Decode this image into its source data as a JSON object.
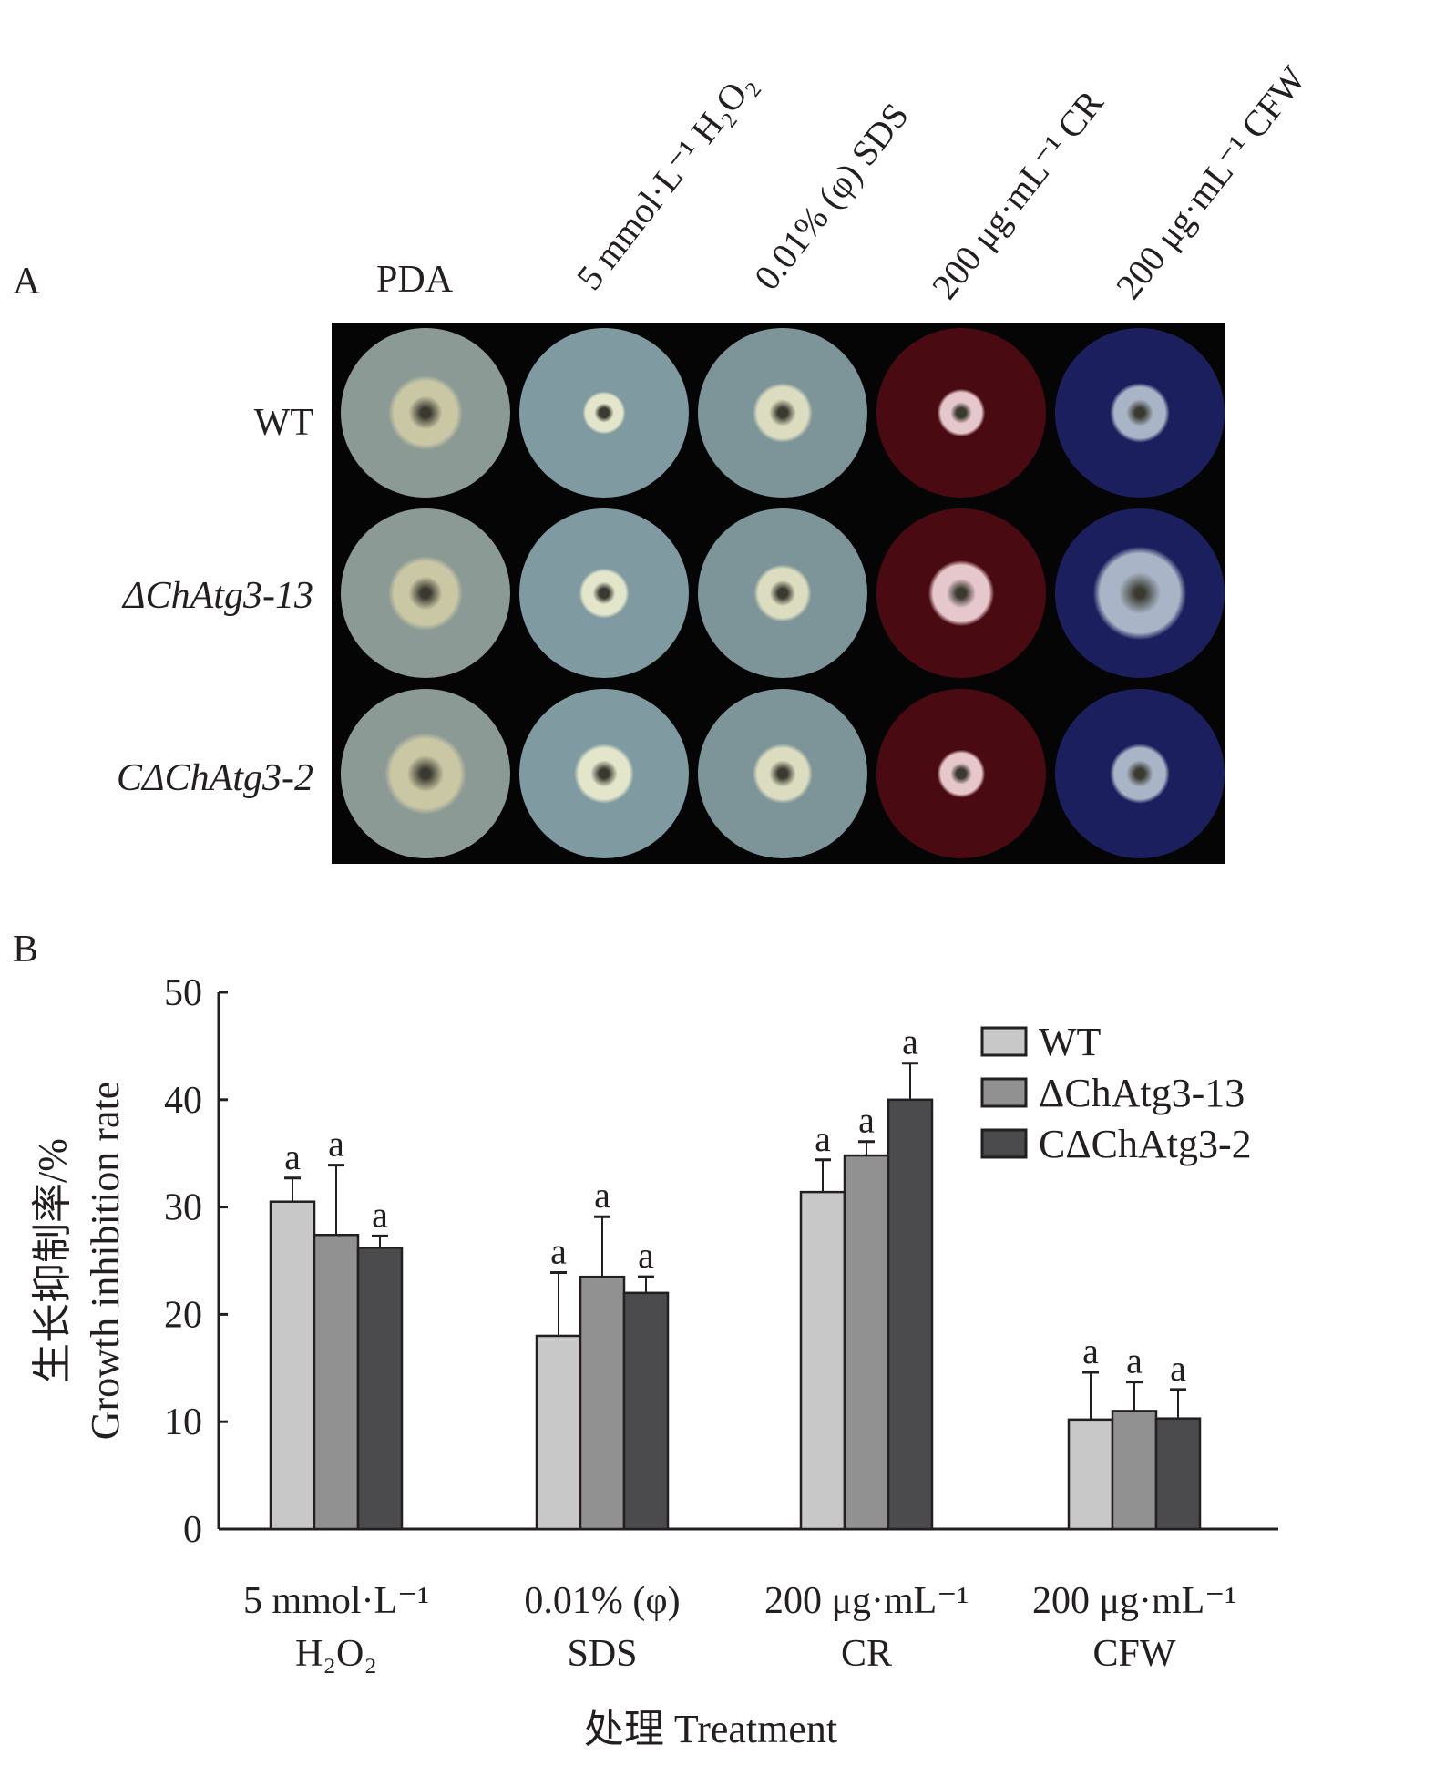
{
  "panelA": {
    "label": "A",
    "columns": [
      "PDA",
      "5 mmol·L⁻¹ H₂O₂",
      "0.01% (φ) SDS",
      "200 μg·mL⁻¹ CR",
      "200 μg·mL⁻¹ CFW"
    ],
    "rows": [
      "WT",
      "ΔChAtg3-13",
      "CΔChAtg3-2"
    ],
    "plate_colors": {
      "PDA": "#8c9a96",
      "H2O2": "#7f9aa0",
      "SDS": "#7d9598",
      "CR": "#4a0a12",
      "CFW": "#1b1f5e"
    },
    "colony_colors": {
      "PDA": "#c9c7a4",
      "H2O2": "#e4e6cc",
      "SDS": "#dcdcc0",
      "CR": "#e6c8cc",
      "CFW": "#a9b5c6"
    }
  },
  "panelB": {
    "label": "B"
  },
  "chart_data": {
    "type": "bar",
    "categories": [
      [
        "5 mmol·L⁻¹",
        "H₂O₂"
      ],
      [
        "0.01% (φ)",
        "SDS"
      ],
      [
        "200 μg·mL⁻¹",
        "CR"
      ],
      [
        "200 μg·mL⁻¹",
        "CFW"
      ]
    ],
    "series": [
      {
        "name": "WT",
        "color": "#c8c8c8",
        "values": [
          30.5,
          18.0,
          31.4,
          10.2
        ],
        "errors": [
          2.2,
          5.9,
          3.0,
          4.4
        ],
        "letters": [
          "a",
          "a",
          "a",
          "a"
        ]
      },
      {
        "name": "ΔChAtg3-13",
        "color": "#929192",
        "values": [
          27.4,
          23.5,
          34.8,
          11.0
        ],
        "errors": [
          6.5,
          5.6,
          1.3,
          2.7
        ],
        "letters": [
          "a",
          "a",
          "a",
          "a"
        ]
      },
      {
        "name": "CΔChAtg3-2",
        "color": "#4b4a4c",
        "values": [
          26.2,
          22.0,
          40.0,
          10.3
        ],
        "errors": [
          1.1,
          1.5,
          3.4,
          2.7
        ],
        "letters": [
          "a",
          "a",
          "a",
          "a"
        ]
      }
    ],
    "ylabel": [
      "生长抑制率/%",
      "Growth inhibition rate"
    ],
    "xlabel": "处理 Treatment",
    "ylim": [
      0,
      50
    ],
    "yticks": [
      0,
      10,
      20,
      30,
      40,
      50
    ],
    "legend": "top-right",
    "grid": false
  }
}
